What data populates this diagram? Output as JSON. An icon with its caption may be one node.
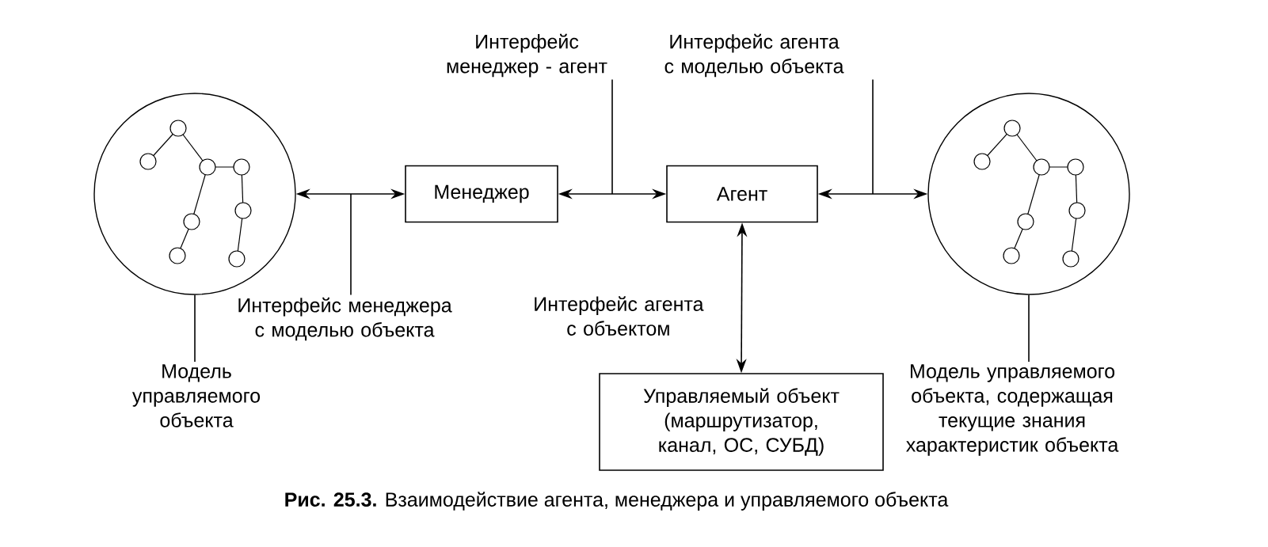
{
  "diagram": {
    "caption": "**Рис. 25.3.** Взаимодействие агента, менеджера и управляемого объекта",
    "nodes": [
      {
        "text": [],
        "shape": "circle"
      },
      {
        "text": [
          "Менеджер"
        ]
      },
      {
        "text": [
          "Агент"
        ]
      },
      {
        "text": [],
        "shape": "circle"
      },
      {
        "text": [
          "Управляемый объект (маршрутизатор, канал, ОС, СУБД)"
        ]
      },
      {
        "text": [
          "Интерфейс менеджер - агент"
        ]
      },
      {
        "text": [
          "Интерфейс агента с моделью объекта"
        ]
      },
      {
        "text": [
          "Интерфейс менеджера с моделью объекта"
        ]
      },
      {
        "text": [
          "Модель управляемого объекта"
        ]
      },
      {
        "text": [
          "Модель управляемого объекта, содержащая текущие знания характеристик объекта"
        ]
      }
    ],
    "edges": [
      {
        "from": 0,
        "to": 1,
        "arrow": "both"
      },
      {
        "from": 1,
        "to": 2,
        "arrow": "both"
      },
      {
        "from": 2,
        "to": 3,
        "arrow": "both"
      },
      {
        "from": 2,
        "to": 4,
        "arrow": "both",
        "label": "Интерфейс агента с объектом"
      },
      {
        "from": 5,
        "to": null,
        "arrow": "none"
      },
      {
        "from": 6,
        "to": null,
        "arrow": "none"
      },
      {
        "from": 7,
        "to": null,
        "arrow": "none"
      },
      {
        "from": 8,
        "to": 0,
        "arrow": "none"
      },
      {
        "from": 9,
        "to": 3,
        "arrow": "none"
      }
    ]
  }
}
